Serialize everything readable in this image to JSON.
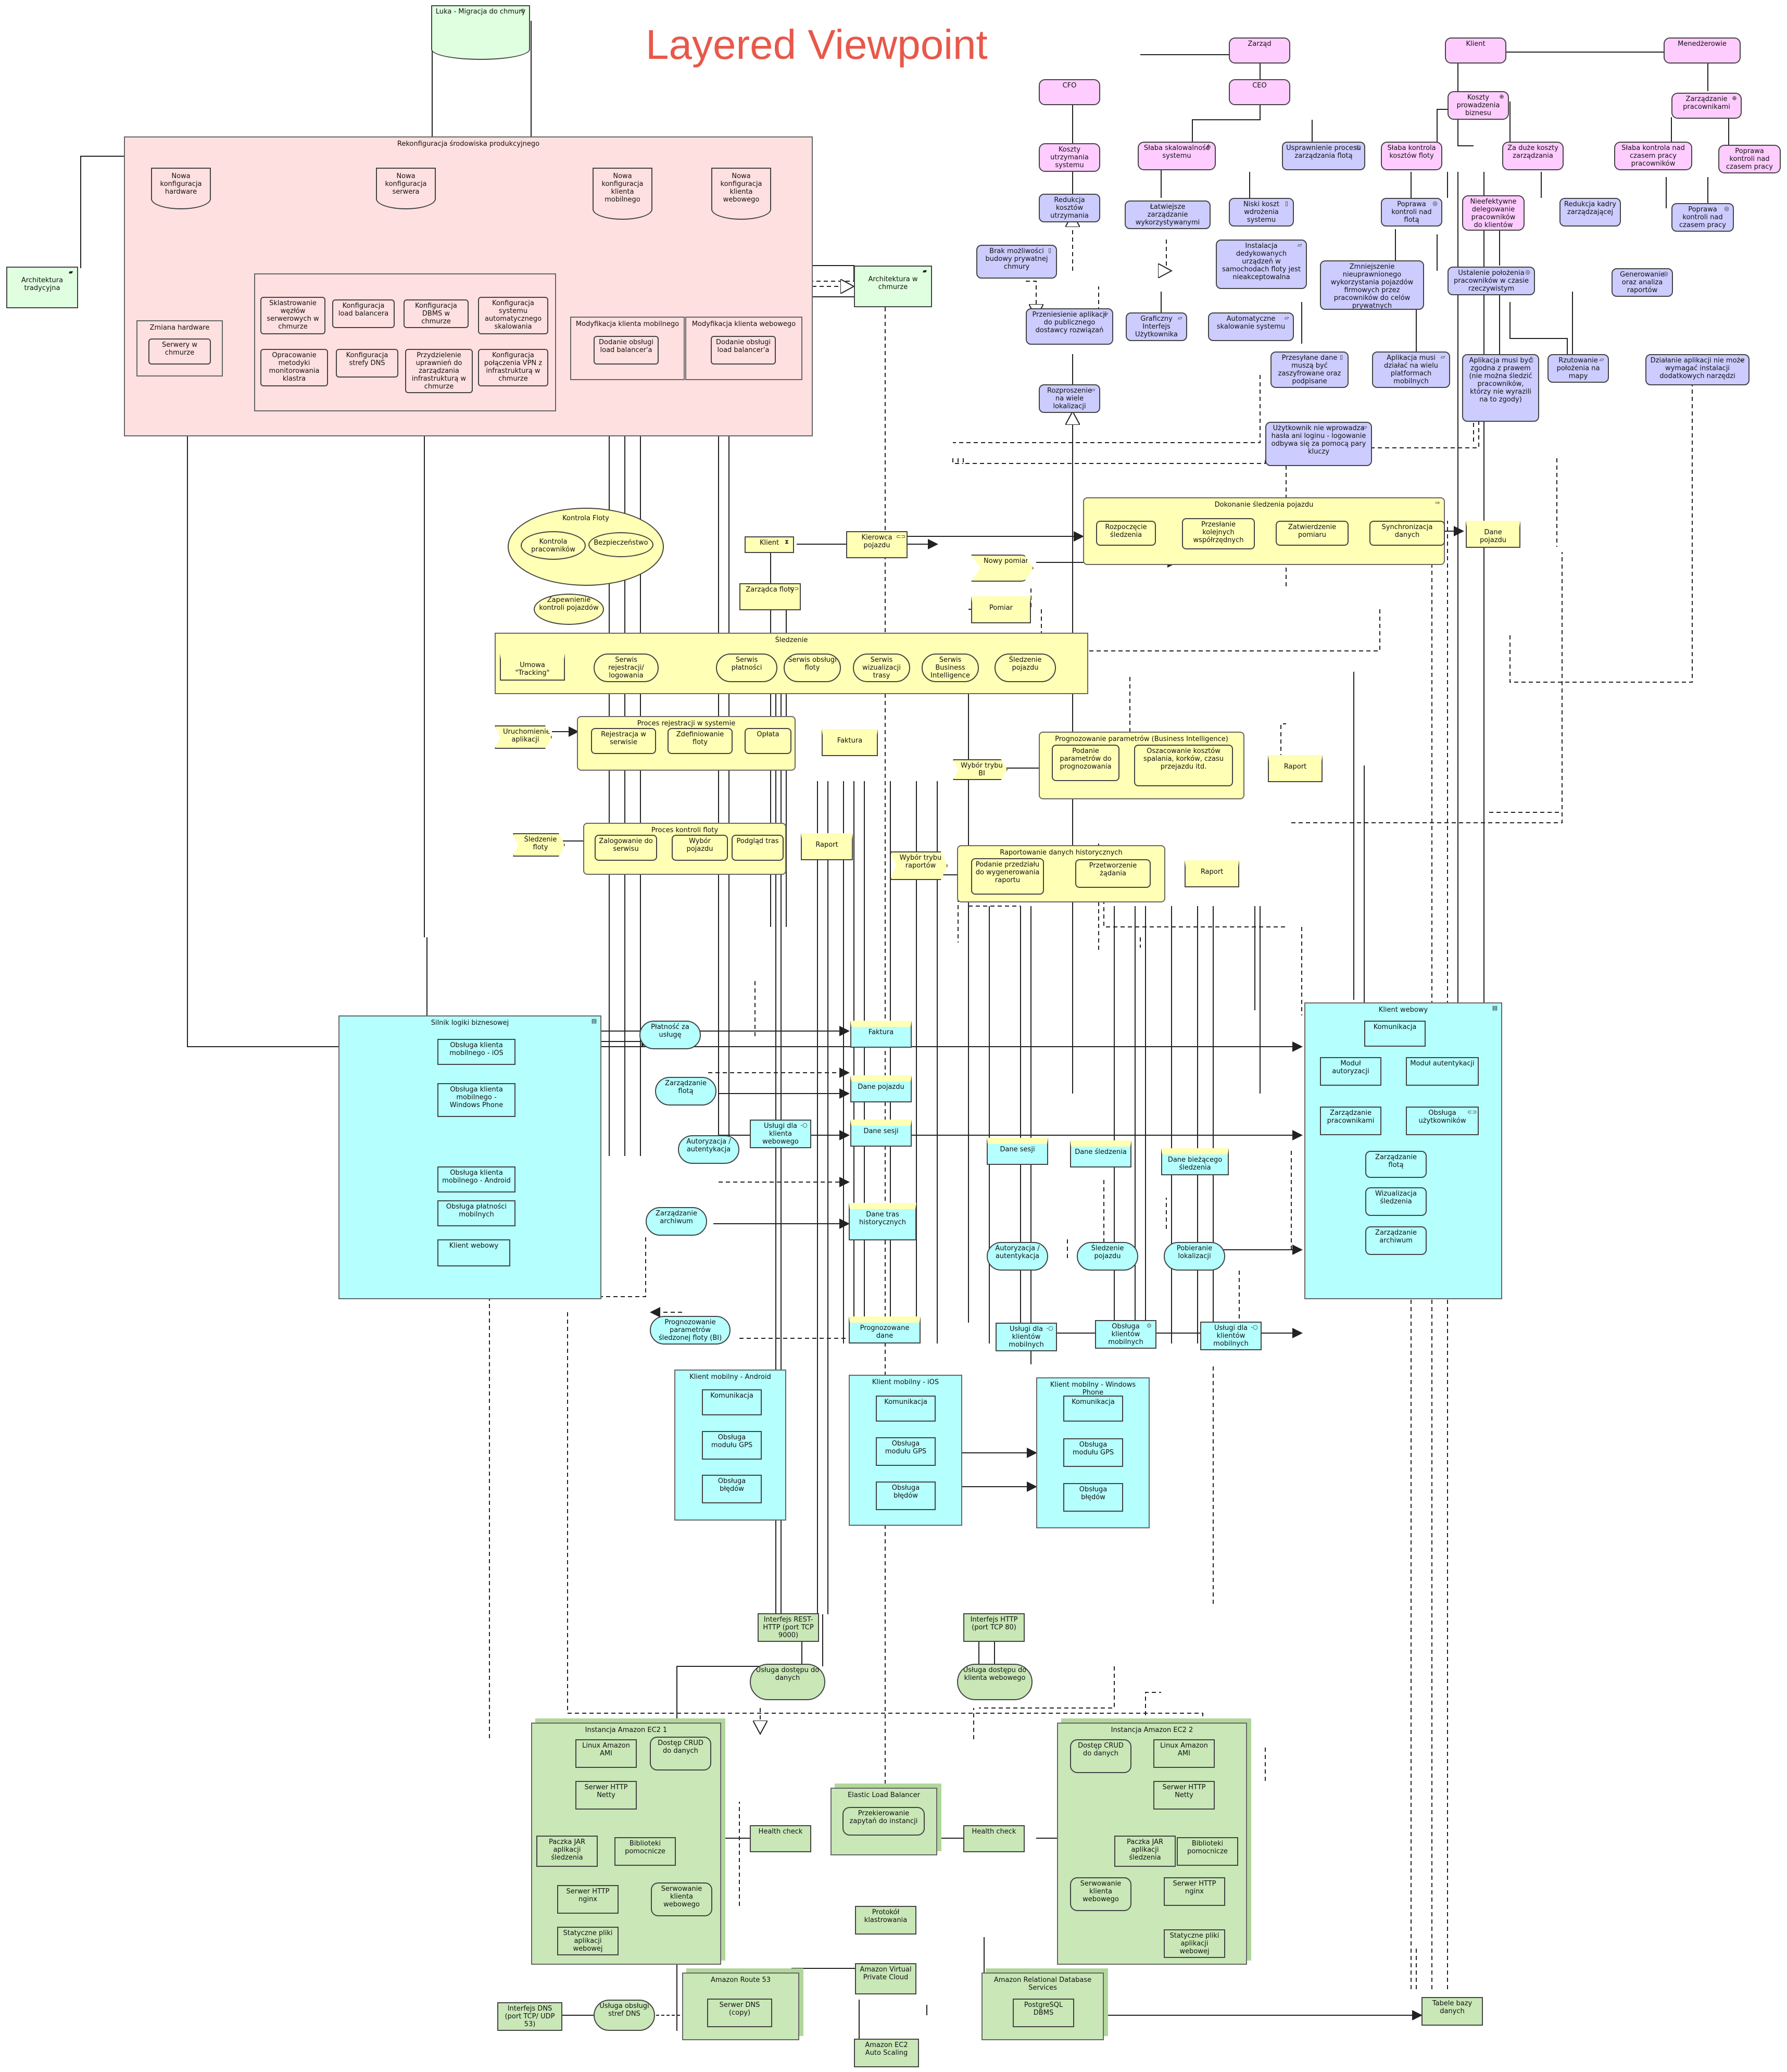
{
  "title": "Layered Viewpoint",
  "elements": {
    "luka": "Luka - Migracja do chmury",
    "rekonf": "Rekonfiguracja środowiska produkcyjnego",
    "arch_trad": "Architektura tradycyjna",
    "arch_chm": "Architektura w chmurze",
    "nowa_hw": "Nowa konfiguracja hardware",
    "nowa_srv": "Nowa konfiguracja serwera",
    "nowa_mob": "Nowa konfiguracja klienta mobilnego",
    "nowa_web": "Nowa konfiguracja klienta webowego",
    "zmiana_hw": "Zmiana hardware",
    "serwery_chm": "Serwery w chmurze",
    "sklast": "Sklastrowanie węzłów serwerowych w chmurze",
    "konf_lb": "Konfiguracja load balancera",
    "konf_dbms": "Konfiguracja DBMS w chmurze",
    "konf_auto": "Konfiguracja systemu automatycznego skalowania",
    "oprac_metod": "Opracowanie metodyki monitorowania klastra",
    "konf_dns": "Konfiguracja strefy DNS",
    "przydz": "Przydzielenie uprawnień do zarządzania infrastrukturą w chmurze",
    "konf_vpn": "Konfiguracja połączenia VPN z infrastrukturą w chmurze",
    "mod_mob": "Modyfikacja klienta mobilnego",
    "dod_lb_mob": "Dodanie obsługi load balancer'a",
    "mod_web": "Modyfikacja klienta webowego",
    "dod_lb_web": "Dodanie obsługi load balancer'a",
    "zarzad": "Zarząd",
    "cfo": "CFO",
    "ceo": "CEO",
    "klient_st": "Klient",
    "menedzerowie": "Menedżerowie",
    "koszty_utrz": "Koszty utrzymania systemu",
    "slaba_skal": "Słaba skalowalność systemu",
    "usprawn": "Usprawnienie procesu zarządzania flotą",
    "koszty_prow": "Koszty prowadzenia biznesu",
    "zarz_prac": "Zarządzanie pracownikami",
    "slaba_kontr": "Słaba kontrola kosztów floty",
    "za_duze": "Za duże koszty zarządzania",
    "slaba_kontr_czas": "Słaba kontrola nad czasem pracy pracowników",
    "poprawa_kontr_czas_dr": "Poprawa kontroli nad czasem pracy",
    "redukcja_kosztow": "Redukcja kosztów utrzymania",
    "latwiejsze": "Łatwiejsze zarządzanie wykorzystywanymi",
    "niski_koszt": "Niski koszt wdrożenia systemu",
    "poprawa_floty": "Poprawa kontroli nad flotą",
    "nieefekt": "Nieefektywne delegowanie pracowników do klientów",
    "redukcja_kadry": "Redukcja kadry zarządzającej",
    "poprawa_czas": "Poprawa kontroli nad czasem pracy",
    "brak_mozl": "Brak możliwości budowy prywatnej chmury",
    "instalacja": "Instalacja dedykowanych urządzeń w samochodach floty jest nieakceptowalna",
    "zmniejszenie": "Zmniejszenie nieuprawnionego wykorzystania pojazdów firmowych przez pracowników do celów prywatnych",
    "ustalenie": "Ustalenie położenia pracowników w czasie rzeczywistym",
    "generowanie": "Generowanie oraz analiza raportów",
    "przeniesienie": "Przeniesienie aplikacji do publicznego dostawcy rozwiązań",
    "graficzny": "Graficzny Interfejs Użytkownika",
    "automatyczne": "Automatyczne skalowanie systemu",
    "przesylane": "Przesyłane dane muszą być zaszyfrowane oraz podpisane",
    "aplikacja_wielu": "Aplikacja musi działać na wielu platformach mobilnych",
    "aplikacja_zgodna": "Aplikacja musi być zgodna z prawem (nie można śledzić pracowników, którzy nie wyrazili na to zgody)",
    "rzutowanie": "Rzutowanie położenia na mapy",
    "dzialanie": "Działanie aplikacji nie może wymagać instalacji dodatkowych narzędzi",
    "rozproszenie": "Rozproszenie na wiele lokalizacji",
    "uzytkownik_nie": "Użytkownik nie wprowadza hasła ani loginu - logowanie odbywa się za pomocą pary kluczy",
    "kontrola_floty": "Kontrola Floty",
    "kontrola_prac": "Kontrola pracowników",
    "bezpieczenstwo": "Bezpieczeństwo",
    "zapewnienie": "Zapewnienie kontroli pojazdów",
    "klient_role": "Klient",
    "kierowca": "Kierowca pojazdu",
    "zarzadca": "Zarządca floty",
    "dokonanie": "Dokonanie śledzenia pojazdu",
    "rozpoczecie": "Rozpoczęcie śledzenia",
    "przeslanie": "Przesłanie kolejnych współrzędnych",
    "zatwierdzenie": "Zatwierdzenie pomiaru",
    "synchronizacja": "Synchronizacja danych",
    "dane_pojazdu_b": "Dane pojazdu",
    "nowy_pomiar": "Nowy pomiar",
    "pomiar": "Pomiar",
    "sledzenie_grp": "Śledzenie",
    "umowa": "Umowa \"Tracking\"",
    "serwis_rej": "Serwis rejestracji/ logowania",
    "serwis_plat": "Serwis płatności",
    "serwis_obs": "Serwis obsługi floty",
    "serwis_wiz": "Serwis wizualizacji trasy",
    "serwis_bi": "Serwis Business Intelligence",
    "sledzenie_poj": "Śledzenie pojazdu",
    "uruchomienie": "Uruchomienie aplikacji",
    "proces_rej": "Proces rejestracji w systemie",
    "rejestracja": "Rejestracja w serwisie",
    "zdefiniowanie": "Zdefiniowanie floty",
    "oplata": "Opłata",
    "faktura_b": "Faktura",
    "prognozowanie": "Prognozowanie parametrów (Business Intelligence)",
    "podanie_prog": "Podanie parametrów do prognozowania",
    "oszacowanie": "Oszacowanie kosztów spalania, korków, czasu przejazdu itd.",
    "wybor_bi": "Wybór trybu BI",
    "raport1": "Raport",
    "sledzenie_flot": "Śledzenie floty",
    "proces_kontr": "Proces kontroli floty",
    "zalogowanie": "Zalogowanie do serwisu",
    "wybor_pojazdu": "Wybór pojazdu",
    "podglad": "Podgląd tras",
    "raport2": "Raport",
    "wybor_rap": "Wybór trybu raportów",
    "raportowanie": "Raportowanie danych historycznych",
    "podanie_rap": "Podanie przedziału do wygenerowania raportu",
    "przetworzenie": "Przetworzenie żądania",
    "raport3": "Raport",
    "silnik": "Silnik logiki biznesowej",
    "obs_ios": "Obsługa klienta mobilnego - iOS",
    "obs_wp": "Obsługa klienta mobilnego - Windows Phone",
    "obs_android": "Obsługa klienta mobilnego - Android",
    "obs_plat": "Obsługa płatności mobilnych",
    "klient_web_c": "Klient webowy",
    "platnosc": "Płatność za usługę",
    "zarz_flota_s": "Zarządzanie flotą",
    "autoryzacja_s": "Autoryzacja / autentykacja",
    "zarz_archiwum_s": "Zarządzanie archiwum",
    "uslugi_web": "Usługi dla klienta webowego",
    "faktura_d": "Faktura",
    "dane_pojazdu_d": "Dane pojazdu",
    "dane_sesji1": "Dane sesji",
    "dane_tras": "Dane tras historycznych",
    "dane_sesji2": "Dane sesji",
    "dane_sledzenia": "Dane śledzenia",
    "dane_biezacego": "Dane bieżącego śledzenia",
    "autoryzacja_s2": "Autoryzacja / autentykacja",
    "sledzenie_poj_s": "Śledzenie pojazdu",
    "pobieranie": "Pobieranie lokalizacji",
    "prognozowanie_s": "Prognozowanie parametrów śledzonej floty (BI)",
    "prognozowane": "Prognozowane dane",
    "uslugi_mob1": "Usługi dla klientów mobilnych",
    "obsluga_mob": "Obsługa klientów mobilnych",
    "uslugi_mob2": "Usługi dla klientów mobilnych",
    "klient_web_a": "Klient webowy",
    "komunikacja_w": "Komunikacja",
    "modul_autor": "Moduł autoryzacji",
    "modul_autent": "Moduł autentykacji",
    "zarz_prac_w": "Zarządzanie pracownikami",
    "obsluga_uzytk": "Obsługa użytkowników",
    "zarz_flota_w": "Zarządzanie flotą",
    "wizualizacja_w": "Wizualizacja śledzenia",
    "zarz_archiwum_w": "Zarządzanie archiwum",
    "km_android": "Klient mobilny - Android",
    "km_ios": "Klient mobilny - iOS",
    "km_wp": "Klient mobilny - Windows Phone",
    "komunikacja": "Komunikacja",
    "obsluga_gps": "Obsługa modułu GPS",
    "obsluga_bledow": "Obsługa błędów",
    "interfejs_rest": "Interfejs REST-HTTP (port TCP 9000)",
    "interfejs_http": "Interfejs HTTP (port TCP 80)",
    "usluga_dostepu": "Usługa dostępu do danych",
    "usluga_dostepu_web": "Usługa dostępu do klienta webowego",
    "ec2_1": "Instancja Amazon EC2 1",
    "ec2_2": "Instancja Amazon EC2 2",
    "linux_ami": "Linux Amazon AMI",
    "dostep_crud": "Dostęp CRUD do danych",
    "serwer_netty": "Serwer HTTP Netty",
    "paczka_jar": "Paczka JAR aplikacji śledzenia",
    "biblioteki": "Biblioteki pomocnicze",
    "serwer_nginx": "Serwer HTTP nginx",
    "serwowanie": "Serwowanie klienta webowego",
    "statyczne": "Statyczne pliki aplikacji webowej",
    "elb": "Elastic Load Balancer",
    "przekierowanie": "Przekierowanie zapytań do instancji",
    "health_check": "Health check",
    "protokol": "Protokół klastrowania",
    "vpc": "Amazon Virtual Private Cloud",
    "route53": "Amazon Route 53",
    "serwer_dns": "Serwer DNS (copy)",
    "rds": "Amazon Relational Database Services",
    "postgresql": "PostgreSQL DBMS",
    "tabele": "Tabele bazy danych",
    "interfejs_dns": "Interfejs DNS (port TCP/ UDP 53)",
    "usluga_dns": "Usługa obsługi stref DNS",
    "auto_scaling": "Amazon EC2 Auto Scaling"
  }
}
